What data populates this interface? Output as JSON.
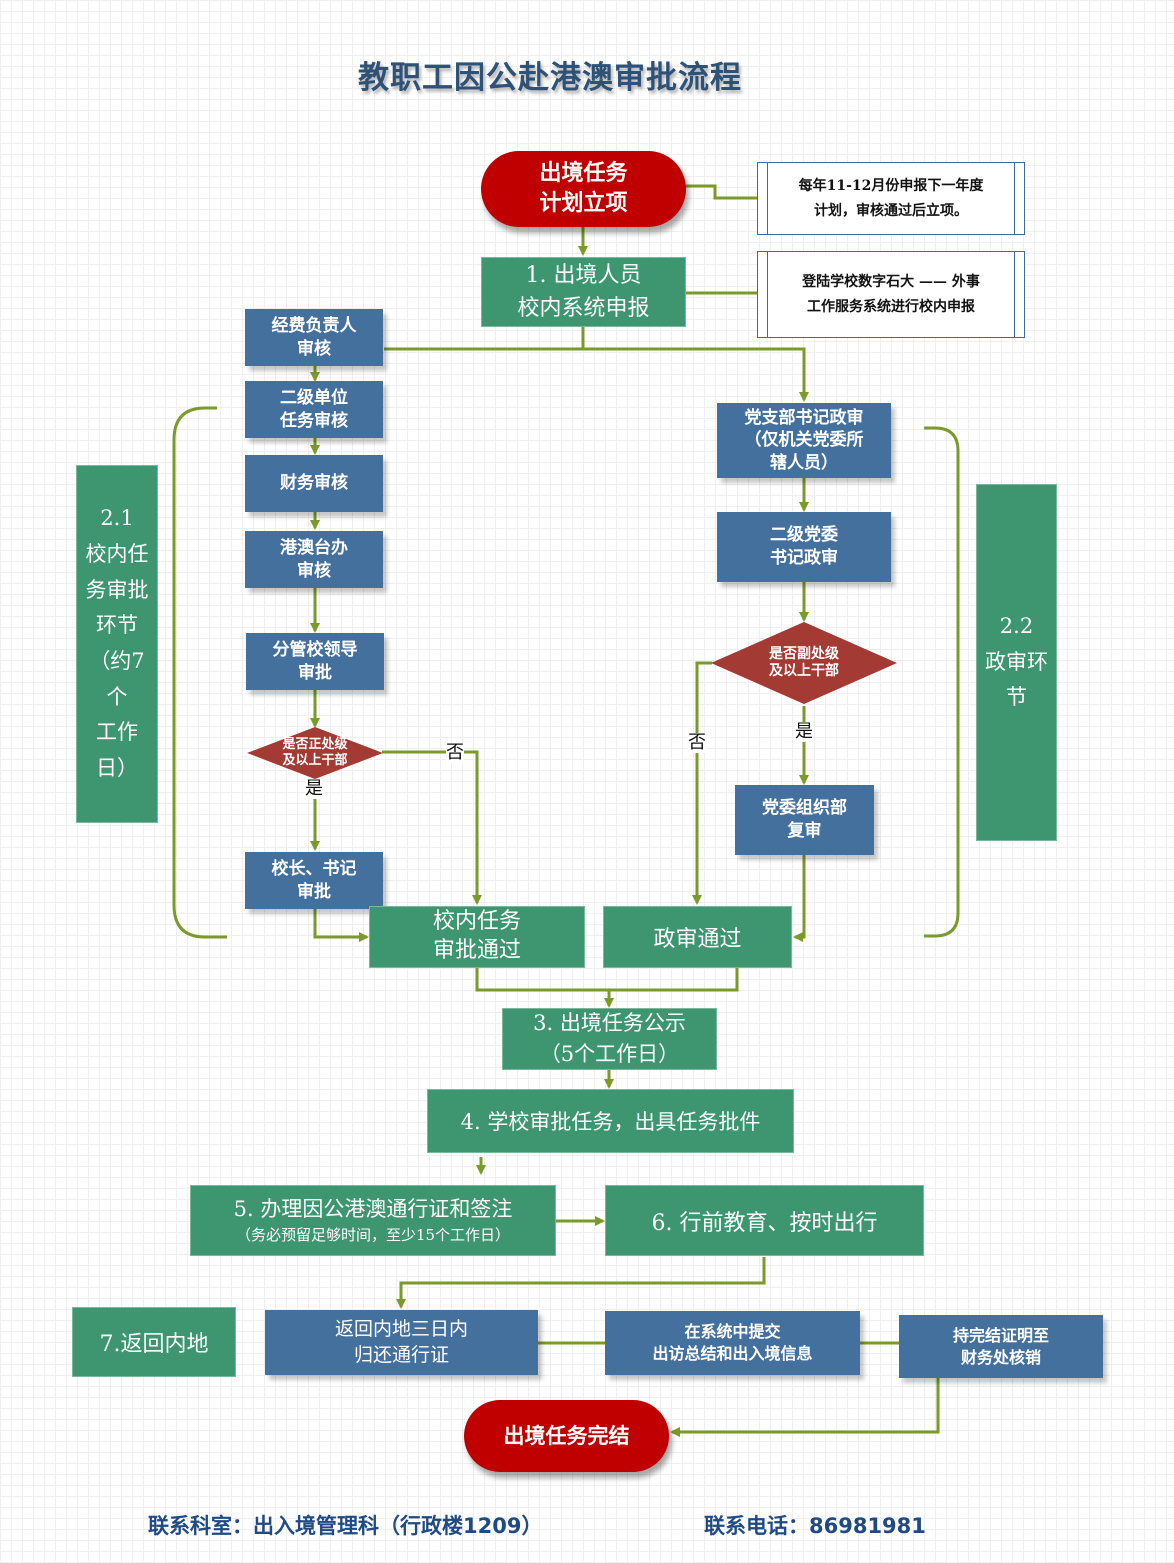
{
  "title": "教职工因公赴港澳审批流程",
  "colors": {
    "terminal_red": "#c00000",
    "step_green": "#3d9670",
    "review_blue": "#44709d",
    "decision_red": "#a33a33",
    "connector_olive": "#7a9a2a",
    "title_navy": "#2e5277",
    "footer_navy": "#1f4a84"
  },
  "start": {
    "line1": "出境任务",
    "line2": "计划立项"
  },
  "notes": {
    "plan": {
      "line1": "每年11-12月份申报下一年度",
      "line2": "计划，审核通过后立项。"
    },
    "system": {
      "line1": "登陆学校数字石大 —— 外事",
      "line2": "工作服务系统进行校内申报"
    }
  },
  "step1": {
    "line1": "1.  出境人员",
    "line2": "校内系统申报"
  },
  "school_track": {
    "section": {
      "number": "2.1",
      "lines": [
        "校内任",
        "务审批",
        "环节",
        "（约7个",
        "工作",
        "日）"
      ]
    },
    "boxes": [
      {
        "line1": "经费负责人",
        "line2": "审核"
      },
      {
        "line1": "二级单位",
        "line2": "任务审核"
      },
      {
        "line1": "财务审核",
        "line2": ""
      },
      {
        "line1": "港澳台办",
        "line2": "审核"
      },
      {
        "line1": "分管校领导",
        "line2": "审批"
      }
    ],
    "decision": {
      "line1": "是否正处级",
      "line2": "及以上干部"
    },
    "yes_label": "是",
    "no_label": "否",
    "final_box": {
      "line1": "校长、书记",
      "line2": "审批"
    },
    "result": {
      "line1": "校内任务",
      "line2": "审批通过"
    }
  },
  "political_track": {
    "section": {
      "number": "2.2",
      "lines": [
        "政审环",
        "节"
      ]
    },
    "boxes": [
      {
        "line1": "党支部书记政审",
        "line2": "（仅机关党委所",
        "line3": "辖人员）"
      },
      {
        "line1": "二级党委",
        "line2": "书记政审"
      }
    ],
    "decision": {
      "line1": "是否副处级",
      "line2": "及以上干部"
    },
    "yes_label": "是",
    "no_label": "否",
    "final_box": {
      "line1": "党委组织部",
      "line2": "复审"
    },
    "result": {
      "line1": "政审通过"
    }
  },
  "step3": {
    "line1": "3.  出境任务公示",
    "line2": "（5个工作日）"
  },
  "step4": {
    "line1": "4.  学校审批任务，出具任务批件"
  },
  "step5": {
    "line1": "5.  办理因公港澳通行证和签注",
    "line2": "（务必预留足够时间，至少15个工作日）"
  },
  "step6": {
    "line1": "6.  行前教育、按时出行"
  },
  "step7": {
    "label": "7.返回内地",
    "boxes": [
      {
        "line1": "返回内地三日内",
        "line2": "归还通行证"
      },
      {
        "line1": "在系统中提交",
        "line2": "出访总结和出入境信息"
      },
      {
        "line1": "持完结证明至",
        "line2": "财务处核销"
      }
    ]
  },
  "end": {
    "label": "出境任务完结"
  },
  "footer": {
    "contact_office": "联系科室：出入境管理科（行政楼1209）",
    "contact_phone": "联系电话：86981981"
  }
}
